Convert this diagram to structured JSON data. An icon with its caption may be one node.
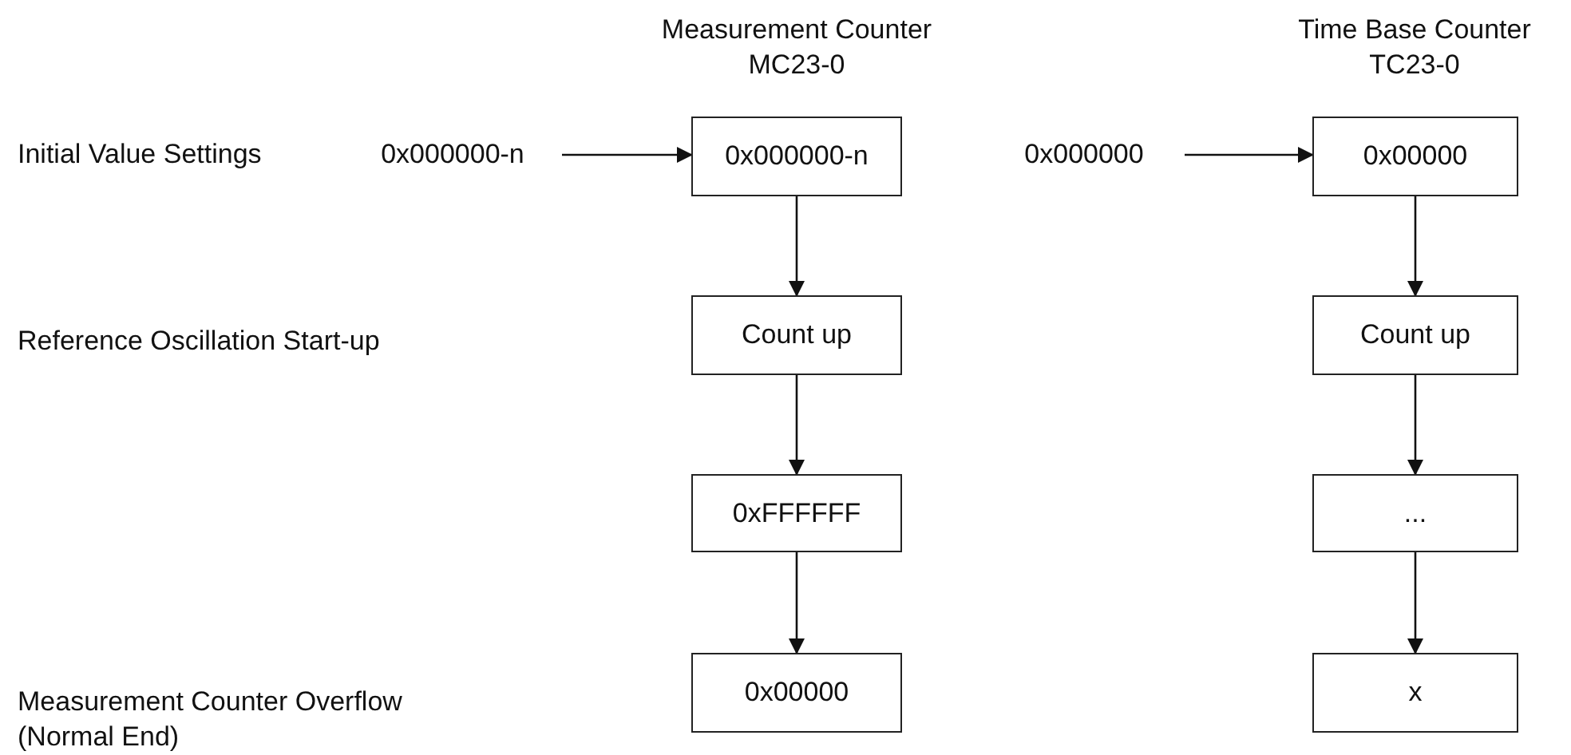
{
  "diagram": {
    "nodes": [
      {
        "text": [
          "0x000000-n"
        ]
      },
      {
        "text": [
          "0x000000-n"
        ]
      },
      {
        "text": [
          "Count up"
        ]
      },
      {
        "text": [
          "0xFFFFFF"
        ]
      },
      {
        "text": [
          "0x00000"
        ]
      },
      {
        "text": [
          "0x000000"
        ]
      },
      {
        "text": [
          "0x00000"
        ]
      },
      {
        "text": [
          "Count up"
        ]
      },
      {
        "text": [
          "..."
        ]
      },
      {
        "text": [
          "x"
        ]
      }
    ],
    "edges": [
      {
        "from": 0,
        "to": 1,
        "arrow": "to"
      },
      {
        "from": 1,
        "to": 2,
        "arrow": "to"
      },
      {
        "from": 2,
        "to": 3,
        "arrow": "to"
      },
      {
        "from": 3,
        "to": 4,
        "arrow": "to"
      },
      {
        "from": 5,
        "to": 6,
        "arrow": "to"
      },
      {
        "from": 6,
        "to": 7,
        "arrow": "to"
      },
      {
        "from": 7,
        "to": 8,
        "arrow": "to"
      },
      {
        "from": 8,
        "to": 9,
        "arrow": "to"
      }
    ],
    "labels": [
      "Measurement Counter MC23-0",
      "Time Base Counter TC23-0",
      "Initial Value Settings",
      "Reference Oscillation Start-up",
      "Measurement Counter Overflow (Normal End)"
    ]
  }
}
